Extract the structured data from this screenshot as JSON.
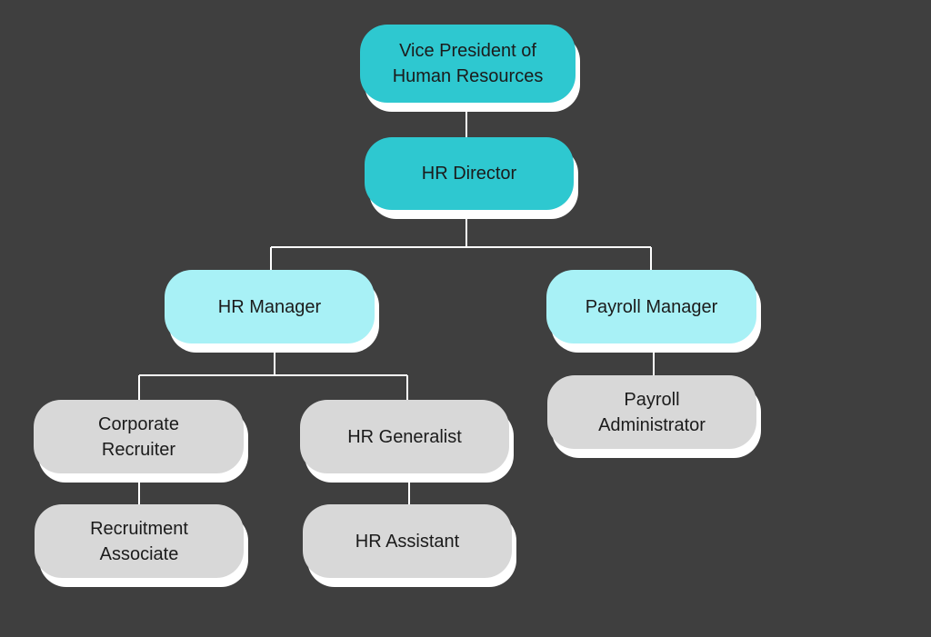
{
  "diagram": {
    "background": "#3f3f3f",
    "connector_color": "#ffffff",
    "level_colors": {
      "top": "#2ec8d0",
      "mid": "#a8f1f6",
      "low": "#d8d8d8"
    },
    "nodes": {
      "vp_hr": {
        "label": "Vice President of\nHuman Resources"
      },
      "hr_director": {
        "label": "HR Director"
      },
      "hr_manager": {
        "label": "HR Manager"
      },
      "payroll_manager": {
        "label": "Payroll Manager"
      },
      "corporate_recruiter": {
        "label": "Corporate\nRecruiter"
      },
      "hr_generalist": {
        "label": "HR Generalist"
      },
      "payroll_administrator": {
        "label": "Payroll\nAdministrator"
      },
      "recruitment_associate": {
        "label": "Recruitment\nAssociate"
      },
      "hr_assistant": {
        "label": "HR Assistant"
      }
    },
    "edges": [
      [
        "vp_hr",
        "hr_director"
      ],
      [
        "hr_director",
        "hr_manager"
      ],
      [
        "hr_director",
        "payroll_manager"
      ],
      [
        "hr_manager",
        "corporate_recruiter"
      ],
      [
        "hr_manager",
        "hr_generalist"
      ],
      [
        "payroll_manager",
        "payroll_administrator"
      ],
      [
        "corporate_recruiter",
        "recruitment_associate"
      ],
      [
        "hr_generalist",
        "hr_assistant"
      ]
    ]
  }
}
